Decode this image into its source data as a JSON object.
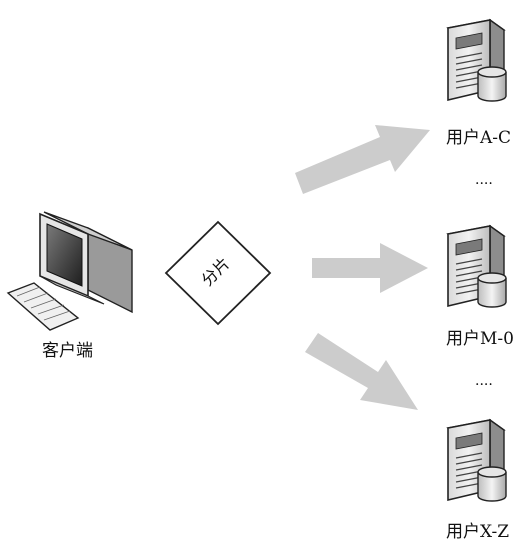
{
  "client": {
    "label": "客户端"
  },
  "sharding": {
    "label": "分片"
  },
  "servers": [
    {
      "label": "用户A-C"
    },
    {
      "label": "用户M-0"
    },
    {
      "label": "用户X-Z"
    }
  ],
  "ellipsis": [
    "....",
    "...."
  ],
  "colors": {
    "arrow": "#cccccc",
    "line": "#222222"
  }
}
